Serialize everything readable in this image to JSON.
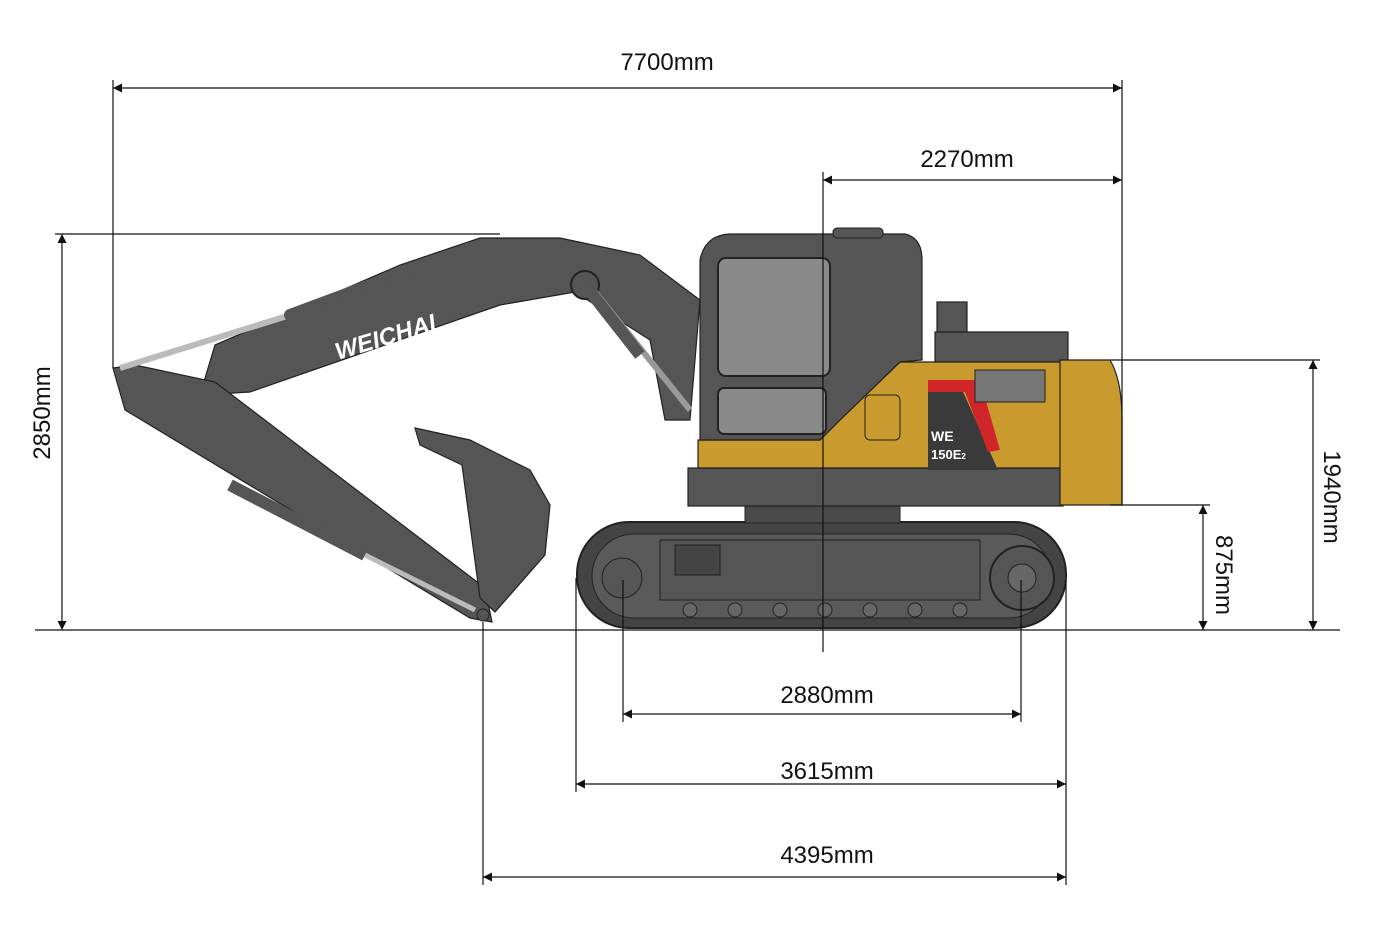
{
  "dimensions": {
    "overall_length": "7700mm",
    "tail_swing": "2270mm",
    "transport_height": "2850mm",
    "counterweight_top_height": "1940mm",
    "counterweight_clearance": "875mm",
    "tumbler_distance": "2880mm",
    "track_length": "3615mm",
    "rear_to_bucket": "4395mm"
  },
  "machine": {
    "brand": "WEICHAI",
    "model_line1": "WE",
    "model_line2": "150E",
    "model_sub": "2"
  },
  "colors": {
    "body": "#555555",
    "accent": "#c99a2e",
    "stripe": "#d0262a",
    "window": "#8a8a8a"
  }
}
